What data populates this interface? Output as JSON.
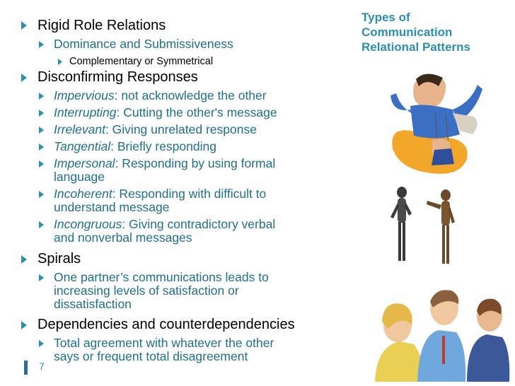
{
  "title": {
    "line1": "Types of",
    "line2": "Communication",
    "line3": "Relational Patterns"
  },
  "bullets": {
    "rigid": "Rigid Role Relations",
    "dominance": "Dominance and Submissiveness",
    "complementary": "Complementary or Symmetrical",
    "disconfirming": "Disconfirming Responses",
    "impervious_term": "Impervious",
    "impervious_desc": ": not acknowledge the other",
    "interrupting_term": "Interrupting",
    "interrupting_desc": ": Cutting the other's message",
    "irrelevant_term": "Irrelevant",
    "irrelevant_desc": ": Giving unrelated response",
    "tangential_term": "Tangential",
    "tangential_desc": ": Briefly responding",
    "impersonal_term": "Impersonal",
    "impersonal_desc": ": Responding by using formal",
    "impersonal_desc2": "language",
    "incoherent_term": "Incoherent",
    "incoherent_desc": ": Responding with difficult to",
    "incoherent_desc2": "understand message",
    "incongruous_term": "Incongruous",
    "incongruous_desc": ": Giving contradictory verbal",
    "incongruous_desc2": "and nonverbal messages",
    "spirals": "Spirals",
    "spirals_desc1": "One partner’s communications leads to",
    "spirals_desc2": "increasing levels of satisfaction or",
    "spirals_desc3": "dissatisfaction",
    "dependencies": "Dependencies and counterdependencies",
    "dep_desc1": "Total agreement with whatever the other",
    "dep_desc2": "says or frequent total disagreement"
  },
  "footer": {
    "page_number": "7"
  },
  "icons": {
    "bullet": "triangle-right-icon",
    "illus_puppet": "puppet-master-illustration",
    "illus_mannequins": "mannequins-illustration",
    "illus_group": "group-conversation-illustration"
  },
  "colors": {
    "accent": "#2b8faf",
    "level2_text": "#1f6f8e",
    "footer_bar": "#2a6f97"
  }
}
